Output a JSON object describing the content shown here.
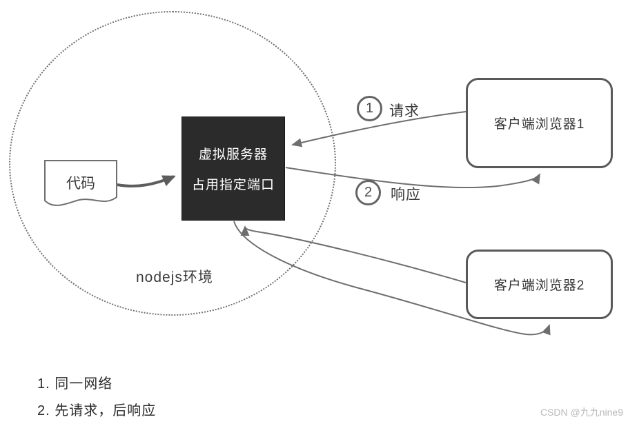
{
  "diagram": {
    "env_label": "nodejs环境",
    "server_box": {
      "line1": "虚拟服务器",
      "line2": "占用指定端口"
    },
    "code_doc": {
      "label": "代码"
    },
    "browser1": {
      "label": "客户端浏览器1"
    },
    "browser2": {
      "label": "客户端浏览器2"
    },
    "step1": {
      "number": "1",
      "label": "请求"
    },
    "step2": {
      "number": "2",
      "label": "响应"
    }
  },
  "notes": {
    "line1": "1. 同一网络",
    "line2": "2. 先请求，后响应"
  },
  "watermark": "CSDN @九九nine9",
  "colors": {
    "line": "#6e6e6e",
    "server_fill": "#2b2b2b",
    "server_text": "#ffffff",
    "browser_border": "#595959",
    "watermark": "#b9b9b9"
  }
}
